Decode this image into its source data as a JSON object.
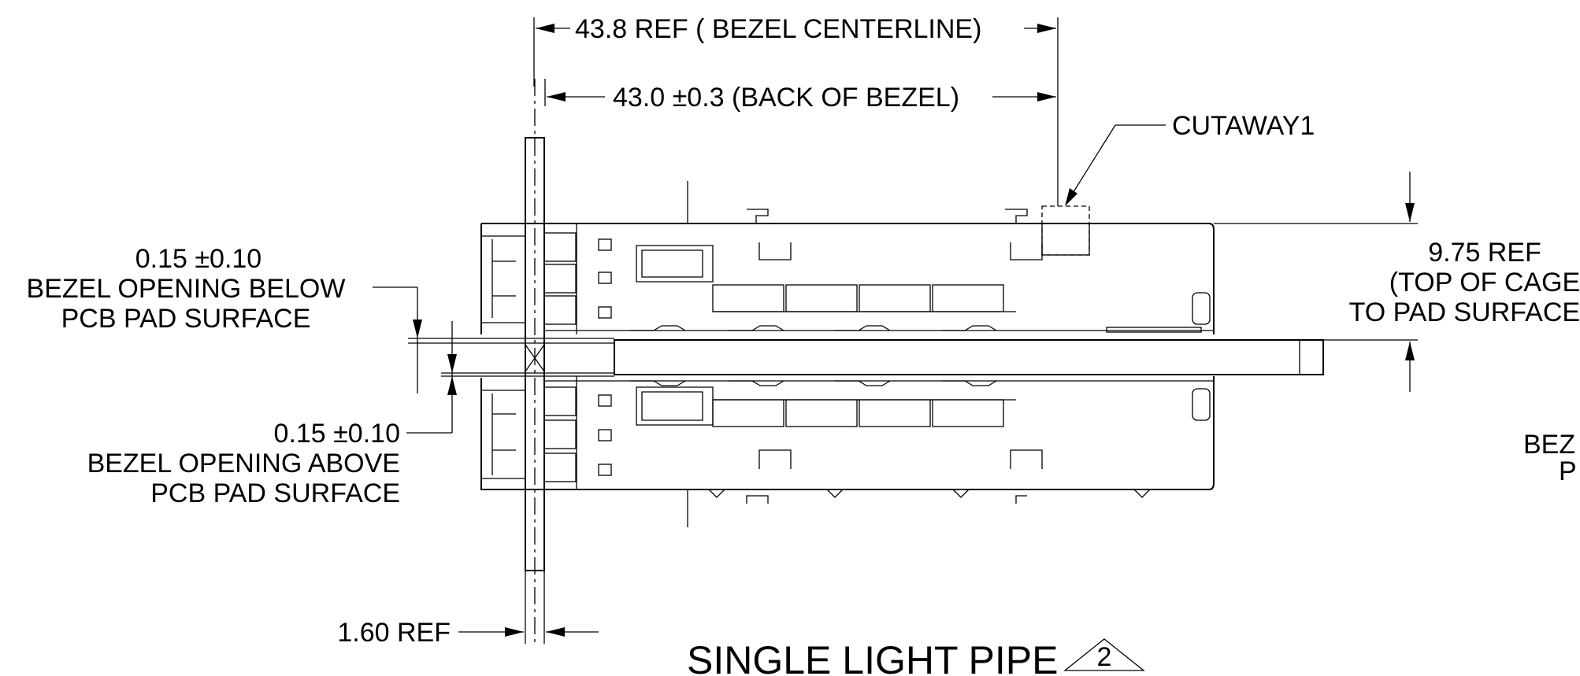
{
  "dimensions": {
    "bezel_centerline": "43.8 REF ( BEZEL CENTERLINE)",
    "back_of_bezel": "43.0 ±0.3 (BACK OF BEZEL)",
    "cutaway": "CUTAWAY1",
    "cage_height": {
      "line1": "9.75 REF",
      "line2": "(TOP OF CAGE",
      "line3": "TO PAD SURFACE)"
    },
    "opening_below": {
      "line1": "0.15 ±0.10",
      "line2": "BEZEL OPENING BELOW",
      "line3": "PCB PAD SURFACE"
    },
    "opening_above": {
      "line1": "0.15 ±0.10",
      "line2": "BEZEL OPENING ABOVE",
      "line3": "PCB PAD SURFACE"
    },
    "bezel_thickness": "1.60 REF",
    "clipped_right": {
      "line1": "BEZ",
      "line2": "P"
    }
  },
  "title": {
    "text": "SINGLE LIGHT PIPE",
    "revision_marker": "2"
  }
}
